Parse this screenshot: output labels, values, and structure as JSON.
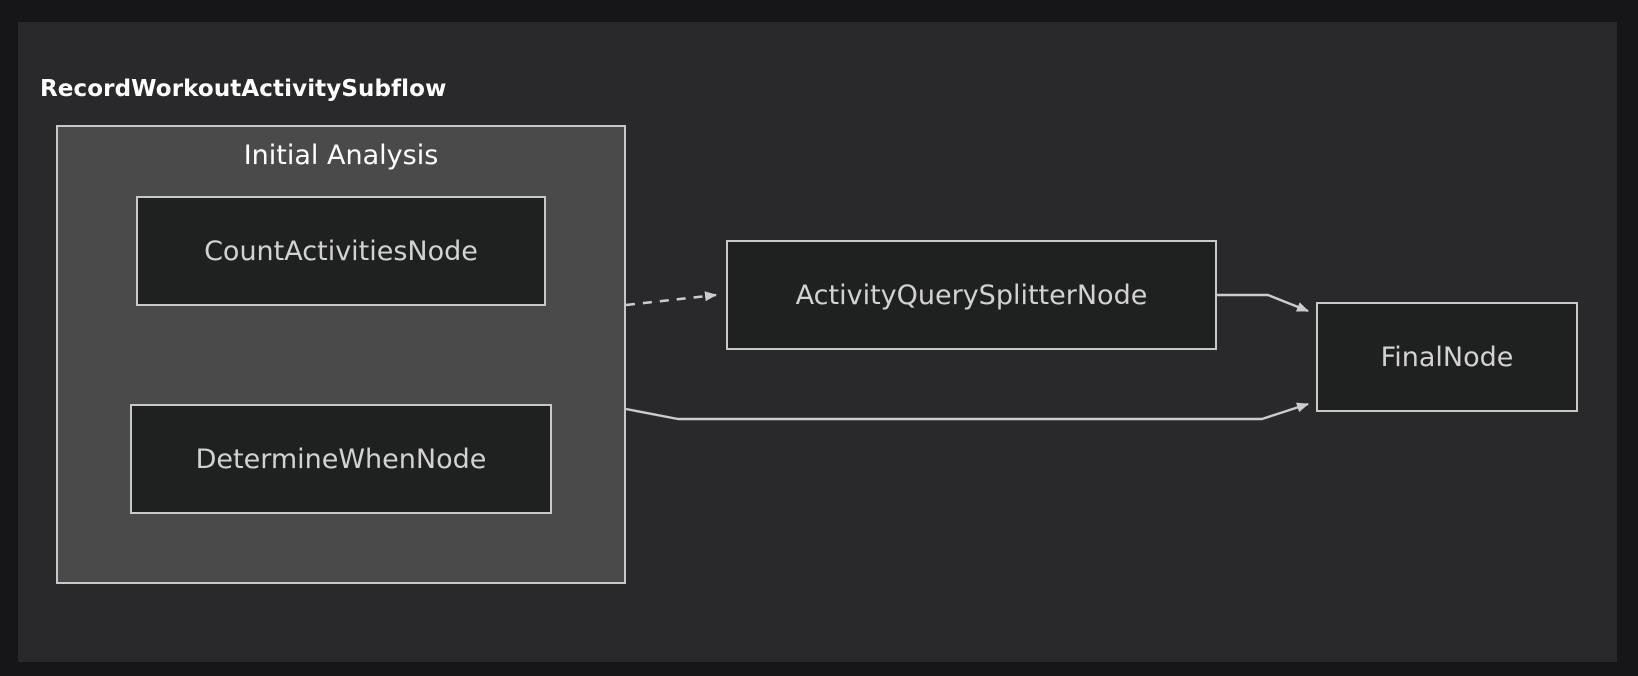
{
  "diagram": {
    "title": "RecordWorkoutActivitySubflow",
    "background_color": "#161618",
    "panel_color": "#29292b",
    "node_fill": "#1f2020",
    "node_border": "#c8c8c8",
    "subgraph_fill": "#4a4a4a",
    "edge_color": "#cccccc",
    "title_color": "#ffffff",
    "node_text_color": "#d2d2d2",
    "subgraph": {
      "label": "Initial Analysis",
      "nodes": [
        {
          "id": "count",
          "label": "CountActivitiesNode"
        },
        {
          "id": "determine",
          "label": "DetermineWhenNode"
        }
      ]
    },
    "nodes": [
      {
        "id": "splitter",
        "label": "ActivityQuerySplitterNode"
      },
      {
        "id": "final",
        "label": "FinalNode"
      }
    ],
    "edges": [
      {
        "from": "Initial Analysis",
        "to": "ActivityQuerySplitterNode",
        "style": "dashed",
        "arrow": "open"
      },
      {
        "from": "ActivityQuerySplitterNode",
        "to": "FinalNode",
        "style": "solid",
        "arrow": "open"
      },
      {
        "from": "Initial Analysis",
        "to": "FinalNode",
        "style": "solid",
        "arrow": "open"
      }
    ]
  }
}
